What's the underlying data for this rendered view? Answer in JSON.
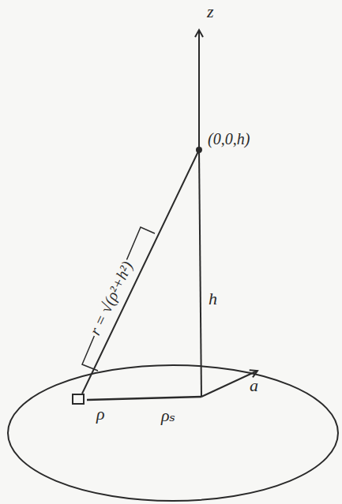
{
  "diagram": {
    "labels": [
      "z",
      "(0,0,h)",
      "r = √(ρ²+h²)",
      "h",
      "ρ",
      "ρₛ",
      "a"
    ]
  }
}
